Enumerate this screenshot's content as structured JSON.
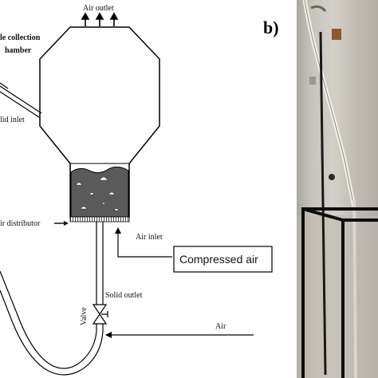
{
  "diagram": {
    "labels": {
      "air_outlet": "Air outlet",
      "collection_chamber_line1": "le collection",
      "collection_chamber_line2": "hamber",
      "solid_inlet": "lid inlet",
      "air_distributor": "ir distributor",
      "air_inlet": "Air inlet",
      "compressed_air": "Compressed air",
      "solid_outlet": "Solid outlet",
      "valve": "Valve",
      "air": "Air"
    }
  },
  "photo": {
    "panel_label": "b)"
  }
}
